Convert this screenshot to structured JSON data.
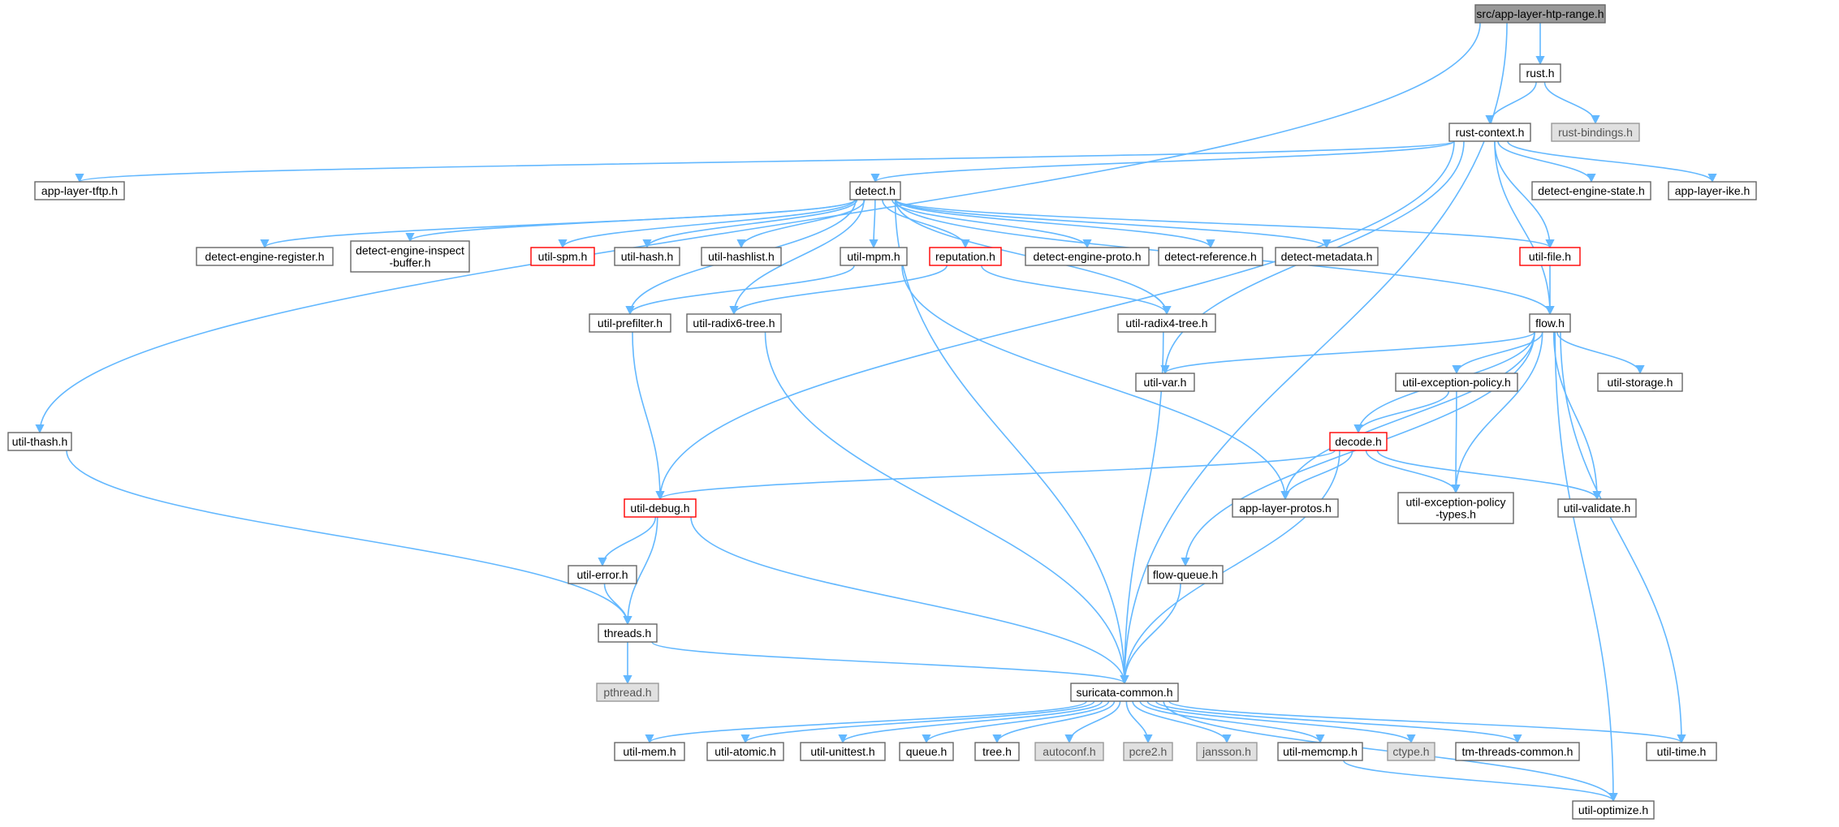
{
  "graph": {
    "root": "src/app-layer-htp-range.h",
    "colors": {
      "edge": "#63b8ff",
      "node_border": "#666666",
      "truncated_border": "#ff0000",
      "missing_fill": "#e0e0e0",
      "root_fill": "#999999",
      "background": "#ffffff"
    },
    "nodes": [
      {
        "id": "root",
        "label": "src/app-layer-htp-range.h",
        "kind": "root"
      },
      {
        "id": "rust",
        "label": "rust.h",
        "kind": "normal"
      },
      {
        "id": "rustctx",
        "label": "rust-context.h",
        "kind": "normal"
      },
      {
        "id": "rustbind",
        "label": "rust-bindings.h",
        "kind": "missing"
      },
      {
        "id": "tftp",
        "label": "app-layer-tftp.h",
        "kind": "normal"
      },
      {
        "id": "detect",
        "label": "detect.h",
        "kind": "normal"
      },
      {
        "id": "des",
        "label": "detect-engine-state.h",
        "kind": "normal"
      },
      {
        "id": "ike",
        "label": "app-layer-ike.h",
        "kind": "normal"
      },
      {
        "id": "der",
        "label": "detect-engine-register.h",
        "kind": "normal"
      },
      {
        "id": "deib",
        "label": "detect-engine-inspect\n-buffer.h",
        "kind": "normal"
      },
      {
        "id": "spm",
        "label": "util-spm.h",
        "kind": "truncated"
      },
      {
        "id": "hash",
        "label": "util-hash.h",
        "kind": "normal"
      },
      {
        "id": "hashlist",
        "label": "util-hashlist.h",
        "kind": "normal"
      },
      {
        "id": "mpm",
        "label": "util-mpm.h",
        "kind": "normal"
      },
      {
        "id": "rep",
        "label": "reputation.h",
        "kind": "truncated"
      },
      {
        "id": "dep",
        "label": "detect-engine-proto.h",
        "kind": "normal"
      },
      {
        "id": "dref",
        "label": "detect-reference.h",
        "kind": "normal"
      },
      {
        "id": "dmeta",
        "label": "detect-metadata.h",
        "kind": "normal"
      },
      {
        "id": "ufile",
        "label": "util-file.h",
        "kind": "truncated"
      },
      {
        "id": "prefilter",
        "label": "util-prefilter.h",
        "kind": "normal"
      },
      {
        "id": "r6",
        "label": "util-radix6-tree.h",
        "kind": "normal"
      },
      {
        "id": "r4",
        "label": "util-radix4-tree.h",
        "kind": "normal"
      },
      {
        "id": "flow",
        "label": "flow.h",
        "kind": "normal"
      },
      {
        "id": "var",
        "label": "util-var.h",
        "kind": "normal"
      },
      {
        "id": "uep",
        "label": "util-exception-policy.h",
        "kind": "normal"
      },
      {
        "id": "storage",
        "label": "util-storage.h",
        "kind": "normal"
      },
      {
        "id": "thash",
        "label": "util-thash.h",
        "kind": "normal"
      },
      {
        "id": "decode",
        "label": "decode.h",
        "kind": "truncated"
      },
      {
        "id": "debug",
        "label": "util-debug.h",
        "kind": "truncated"
      },
      {
        "id": "alp",
        "label": "app-layer-protos.h",
        "kind": "normal"
      },
      {
        "id": "uept",
        "label": "util-exception-policy\n-types.h",
        "kind": "normal"
      },
      {
        "id": "validate",
        "label": "util-validate.h",
        "kind": "normal"
      },
      {
        "id": "err",
        "label": "util-error.h",
        "kind": "normal"
      },
      {
        "id": "fq",
        "label": "flow-queue.h",
        "kind": "normal"
      },
      {
        "id": "threads",
        "label": "threads.h",
        "kind": "normal"
      },
      {
        "id": "pthread",
        "label": "pthread.h",
        "kind": "missing"
      },
      {
        "id": "sc",
        "label": "suricata-common.h",
        "kind": "normal"
      },
      {
        "id": "mem",
        "label": "util-mem.h",
        "kind": "normal"
      },
      {
        "id": "atomic",
        "label": "util-atomic.h",
        "kind": "normal"
      },
      {
        "id": "unittest",
        "label": "util-unittest.h",
        "kind": "normal"
      },
      {
        "id": "queue",
        "label": "queue.h",
        "kind": "normal"
      },
      {
        "id": "tree",
        "label": "tree.h",
        "kind": "normal"
      },
      {
        "id": "autoconf",
        "label": "autoconf.h",
        "kind": "missing"
      },
      {
        "id": "pcre2",
        "label": "pcre2.h",
        "kind": "missing"
      },
      {
        "id": "jansson",
        "label": "jansson.h",
        "kind": "missing"
      },
      {
        "id": "memcmp",
        "label": "util-memcmp.h",
        "kind": "normal"
      },
      {
        "id": "ctype",
        "label": "ctype.h",
        "kind": "missing"
      },
      {
        "id": "tmtc",
        "label": "tm-threads-common.h",
        "kind": "normal"
      },
      {
        "id": "time",
        "label": "util-time.h",
        "kind": "normal"
      },
      {
        "id": "optimize",
        "label": "util-optimize.h",
        "kind": "normal"
      }
    ],
    "edges": [
      [
        "root",
        "rust"
      ],
      [
        "root",
        "thash"
      ],
      [
        "root",
        "sc"
      ],
      [
        "rust",
        "rustctx"
      ],
      [
        "rust",
        "rustbind"
      ],
      [
        "rustctx",
        "tftp"
      ],
      [
        "rustctx",
        "detect"
      ],
      [
        "rustctx",
        "des"
      ],
      [
        "rustctx",
        "ike"
      ],
      [
        "rustctx",
        "ufile"
      ],
      [
        "rustctx",
        "flow"
      ],
      [
        "rustctx",
        "debug"
      ],
      [
        "rustctx",
        "var"
      ],
      [
        "detect",
        "der"
      ],
      [
        "detect",
        "deib"
      ],
      [
        "detect",
        "spm"
      ],
      [
        "detect",
        "hash"
      ],
      [
        "detect",
        "hashlist"
      ],
      [
        "detect",
        "mpm"
      ],
      [
        "detect",
        "rep"
      ],
      [
        "detect",
        "dep"
      ],
      [
        "detect",
        "dref"
      ],
      [
        "detect",
        "dmeta"
      ],
      [
        "detect",
        "ufile"
      ],
      [
        "detect",
        "flow"
      ],
      [
        "detect",
        "prefilter"
      ],
      [
        "detect",
        "r6"
      ],
      [
        "detect",
        "r4"
      ],
      [
        "detect",
        "sc"
      ],
      [
        "mpm",
        "prefilter"
      ],
      [
        "mpm",
        "alp"
      ],
      [
        "rep",
        "r6"
      ],
      [
        "rep",
        "r4"
      ],
      [
        "ufile",
        "flow"
      ],
      [
        "prefilter",
        "debug"
      ],
      [
        "r6",
        "sc"
      ],
      [
        "r4",
        "sc"
      ],
      [
        "flow",
        "var"
      ],
      [
        "flow",
        "uep"
      ],
      [
        "flow",
        "storage"
      ],
      [
        "flow",
        "decode"
      ],
      [
        "flow",
        "alp"
      ],
      [
        "flow",
        "uept"
      ],
      [
        "flow",
        "validate"
      ],
      [
        "flow",
        "fq"
      ],
      [
        "flow",
        "time"
      ],
      [
        "flow",
        "optimize"
      ],
      [
        "uep",
        "decode"
      ],
      [
        "uep",
        "uept"
      ],
      [
        "thash",
        "threads"
      ],
      [
        "decode",
        "debug"
      ],
      [
        "decode",
        "alp"
      ],
      [
        "decode",
        "uept"
      ],
      [
        "decode",
        "validate"
      ],
      [
        "decode",
        "sc"
      ],
      [
        "debug",
        "err"
      ],
      [
        "debug",
        "threads"
      ],
      [
        "debug",
        "sc"
      ],
      [
        "err",
        "threads"
      ],
      [
        "fq",
        "sc"
      ],
      [
        "threads",
        "pthread"
      ],
      [
        "threads",
        "sc"
      ],
      [
        "sc",
        "mem"
      ],
      [
        "sc",
        "atomic"
      ],
      [
        "sc",
        "unittest"
      ],
      [
        "sc",
        "queue"
      ],
      [
        "sc",
        "tree"
      ],
      [
        "sc",
        "autoconf"
      ],
      [
        "sc",
        "pcre2"
      ],
      [
        "sc",
        "jansson"
      ],
      [
        "sc",
        "memcmp"
      ],
      [
        "sc",
        "ctype"
      ],
      [
        "sc",
        "tmtc"
      ],
      [
        "sc",
        "time"
      ],
      [
        "sc",
        "optimize"
      ],
      [
        "memcmp",
        "optimize"
      ]
    ]
  }
}
